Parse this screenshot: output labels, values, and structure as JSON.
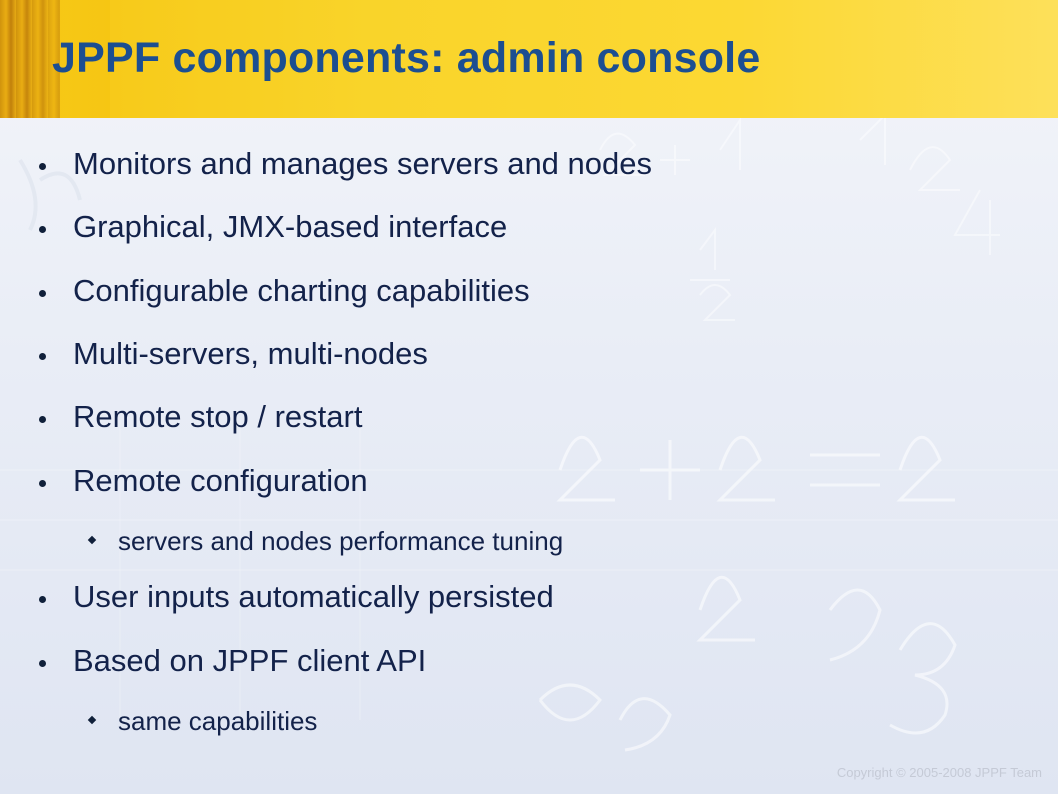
{
  "slide": {
    "title": "JPPF components: admin console",
    "bullets": [
      {
        "level": 1,
        "text": "Monitors and manages servers and nodes"
      },
      {
        "level": 1,
        "text": "Graphical, JMX-based interface"
      },
      {
        "level": 1,
        "text": "Configurable charting capabilities"
      },
      {
        "level": 1,
        "text": "Multi-servers, multi-nodes"
      },
      {
        "level": 1,
        "text": "Remote stop / restart"
      },
      {
        "level": 1,
        "text": "Remote configuration"
      },
      {
        "level": 2,
        "text": "servers and nodes performance tuning"
      },
      {
        "level": 1,
        "text": "User inputs automatically persisted"
      },
      {
        "level": 1,
        "text": "Based on JPPF client API"
      },
      {
        "level": 2,
        "text": "same capabilities"
      }
    ],
    "copyright": "Copyright © 2005-2008 JPPF Team"
  },
  "colors": {
    "header_band": "#f9d42a",
    "title": "#1c4e91",
    "body_text": "#13224a",
    "copyright": "#c5cad6"
  },
  "icons": {
    "level1_bullet": "round-bullet-icon",
    "level2_bullet": "diamond-bullet-icon"
  }
}
